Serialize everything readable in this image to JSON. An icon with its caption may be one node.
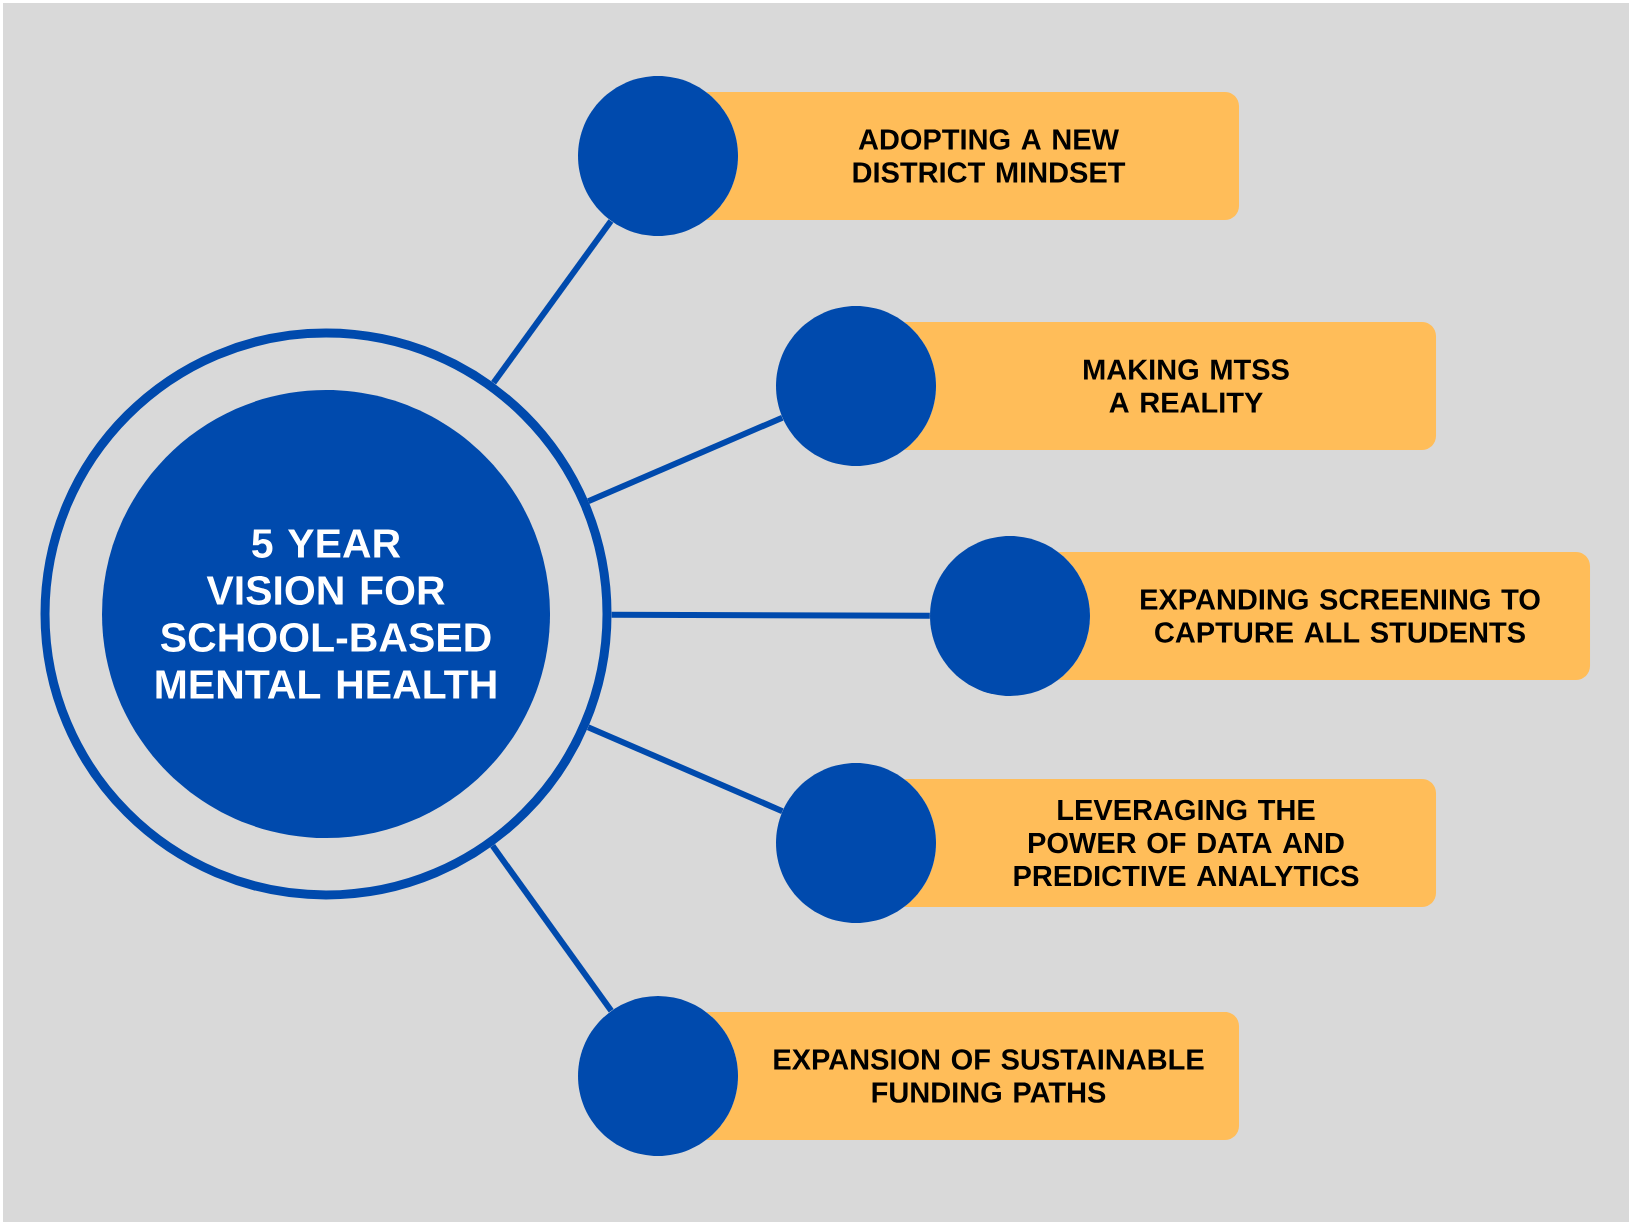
{
  "diagram": {
    "nodes": [
      {
        "text": [],
        "shape": "circle"
      },
      {
        "text": [
          "5 YEAR VISION FOR SCHOOL-BASED MENTAL HEALTH"
        ],
        "in": 0
      },
      {
        "text": [],
        "shape": "circle"
      },
      {
        "text": [
          "ADOPTING A NEW DISTRICT MINDSET"
        ]
      },
      {
        "text": [],
        "shape": "circle"
      },
      {
        "text": [
          "MAKING MTSS A REALITY"
        ]
      },
      {
        "text": [],
        "shape": "circle"
      },
      {
        "text": [
          "EXPANDING SCREENING TO CAPTURE ALL STUDENTS"
        ]
      },
      {
        "text": [],
        "shape": "circle"
      },
      {
        "text": [
          "LEVERAGING THE POWER OF DATA AND PREDICTIVE ANALYTICS"
        ]
      },
      {
        "text": [],
        "shape": "circle"
      },
      {
        "text": [
          "EXPANSION OF SUSTAINABLE FUNDING PATHS"
        ]
      }
    ],
    "edges": [
      {
        "from": 0,
        "to": 2,
        "arrow": "none"
      },
      {
        "from": 0,
        "to": 4,
        "arrow": "none"
      },
      {
        "from": 0,
        "to": 6,
        "arrow": "none"
      },
      {
        "from": 0,
        "to": 8,
        "arrow": "none"
      },
      {
        "from": 0,
        "to": 10,
        "arrow": "none"
      }
    ]
  }
}
